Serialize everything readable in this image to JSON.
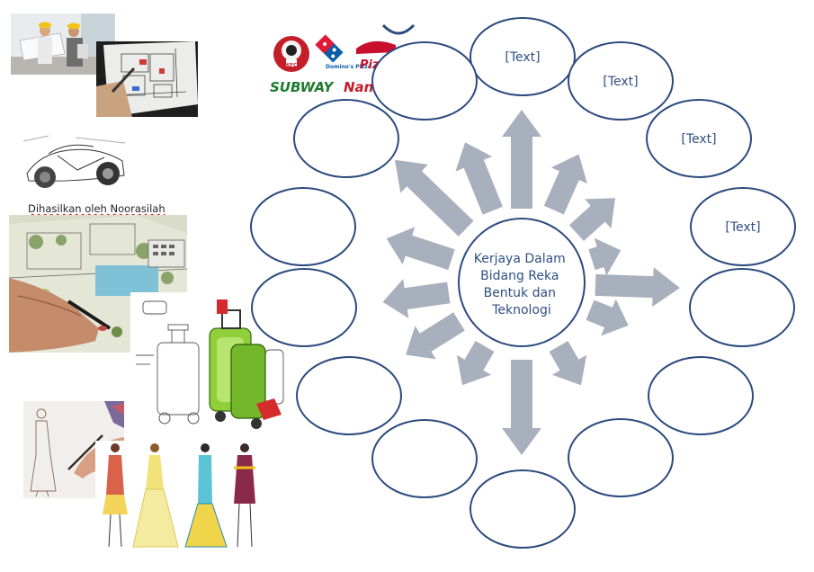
{
  "credit_text": "Dihasilkan oleh Noorasilah",
  "center_label": [
    "Kerjaya Dalam",
    "Bidang Reka",
    "Bentuk dan",
    "Teknologi"
  ],
  "logo_texts": {
    "kfc": "KFC",
    "dominos": "Domino's Pizza",
    "pizza_hut": "Pizza Hut",
    "subway": "SUBWAY",
    "nandos": "Nando's"
  },
  "bubbles": [
    {
      "label": "[Text]"
    },
    {
      "label": "[Text]"
    },
    {
      "label": "[Text]"
    },
    {
      "label": "[Text]"
    },
    {
      "label": ""
    },
    {
      "label": ""
    },
    {
      "label": ""
    },
    {
      "label": ""
    },
    {
      "label": ""
    },
    {
      "label": ""
    },
    {
      "label": ""
    },
    {
      "label": ""
    },
    {
      "label": ""
    },
    {
      "label": ""
    }
  ],
  "colors": {
    "ellipse_stroke": "#2b4a7e",
    "arrow_fill": "#a9b0bd",
    "text": "#2f4f82"
  }
}
